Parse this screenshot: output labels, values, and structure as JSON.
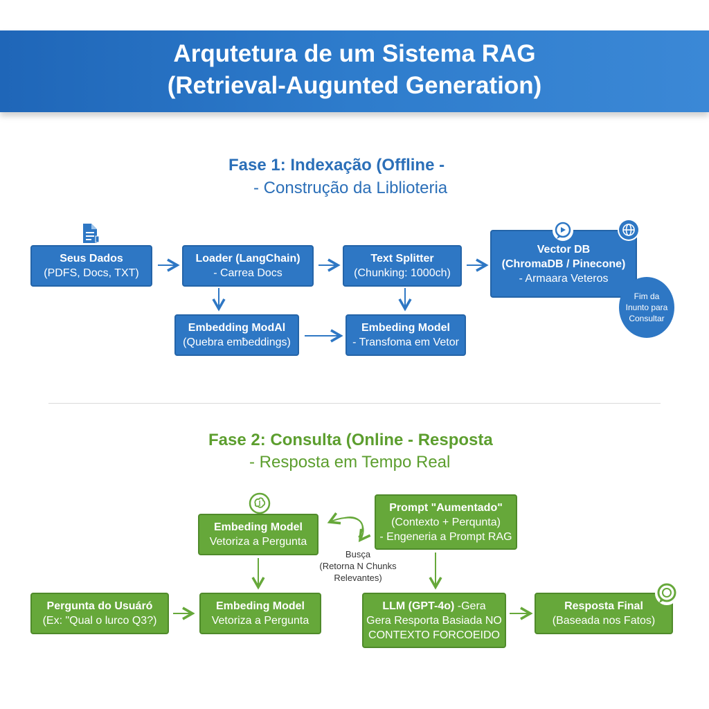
{
  "title": {
    "line1": "Arqutetura de um Sistema RAG",
    "line2": "(Retrieval-Augunted Generation)"
  },
  "phase1": {
    "heading": "Fase 1: Indexação (Offline -",
    "subheading": "- Construção da Liblioteria",
    "boxes": {
      "seus_dados": {
        "title": "Seus Dados",
        "sub": "(PDFS, Docs, TXT)"
      },
      "loader": {
        "title": "Loader (LangChain)",
        "sub": "- Carrea Docs"
      },
      "text_splitter": {
        "title": "Text Splitter",
        "sub": "(Chunking: 1000ch)"
      },
      "vector_db": {
        "title": "Vector DB",
        "title2": "(ChromaDB / Pinecone)",
        "sub": "- Armaara Veteros"
      },
      "embedding_left": {
        "title": "Embedding ModAl",
        "sub": "(Quebra emƀeddings)"
      },
      "embedding_right": {
        "title": "Embeding Model",
        "sub": "- Transfoma em Vetor"
      }
    },
    "circle": {
      "line1": "Fim da",
      "line2": "Inunto para",
      "line3": "Consultar"
    }
  },
  "phase2": {
    "heading": "Fase 2: Consulta (Online - Resposta",
    "subheading": "- Resposta em Tempo Real",
    "boxes": {
      "embed_top": {
        "title": "Embeding Model",
        "sub": "Vetoriza a Pergunta"
      },
      "prompt": {
        "title": "Prompt \"Aumentado\"",
        "sub": "(Contexto + Perqunta)",
        "sub2": "- Engeneria a Prompt RAG"
      },
      "pergunta": {
        "title": "Pergunta do Usuáró",
        "sub": "(Ex: \"Qual o lurco Q3?)"
      },
      "embed_bottom": {
        "title": "Embeding Model",
        "sub": "Vetoriza a Pergunta"
      },
      "llm": {
        "title": "LLM (GPT-4o)",
        "title_rest": "-Gera",
        "sub": "Gera Resporta Basiada NO",
        "sub2": "CONTEXTO FORCOEIDO"
      },
      "resposta": {
        "title": "Resposta Final",
        "sub": "(Baseada nos Fatos)"
      }
    },
    "busca": {
      "line1": "Busça",
      "line2": "(Retorna N Chunks",
      "line3": "Relevantes)"
    }
  },
  "colors": {
    "blue": "#2e77c4",
    "green": "#66a83a",
    "banner": "#2e7ccc"
  },
  "icons": [
    "document-icon",
    "chat-play-icon",
    "globe-icon",
    "brain-icon",
    "chat-bubble-icon"
  ]
}
